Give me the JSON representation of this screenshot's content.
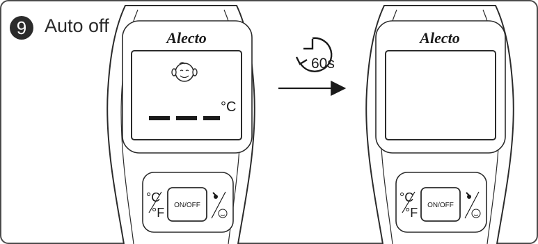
{
  "step": {
    "number": "9",
    "title": "Auto off"
  },
  "timer": {
    "label": "60s"
  },
  "device_before": {
    "brand": "Alecto",
    "display_unit": "°C",
    "on_off_label": "ON/OFF",
    "unit_top": "°C",
    "unit_bottom": "°F"
  },
  "device_after": {
    "brand": "Alecto",
    "on_off_label": "ON/OFF",
    "unit_top": "°C",
    "unit_bottom": "°F"
  }
}
